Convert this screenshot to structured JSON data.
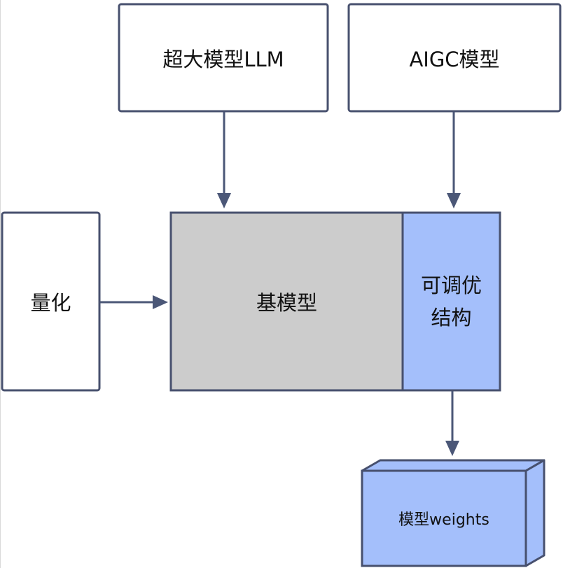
{
  "nodes": {
    "llm": {
      "label": "超大模型LLM"
    },
    "aigc": {
      "label": "AIGC模型"
    },
    "quant": {
      "label": "量化"
    },
    "base": {
      "label": "基模型"
    },
    "tunable": {
      "line1": "可调优",
      "line2": "结构"
    },
    "weights": {
      "label": "模型weights"
    }
  },
  "colors": {
    "box_stroke": "#47506e",
    "box_fill": "#ffffff",
    "base_fill": "#cccccc",
    "tunable_fill": "#a4bffb",
    "arrow": "#4b5777"
  }
}
